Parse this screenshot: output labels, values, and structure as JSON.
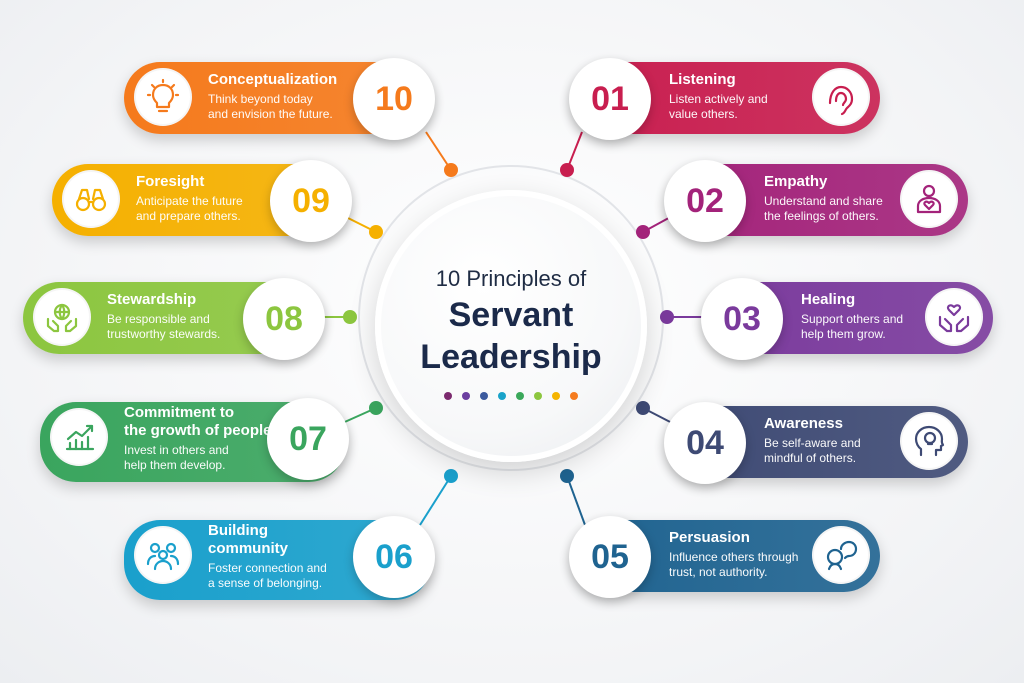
{
  "center": {
    "subtitle": "10 Principles of",
    "title_line1": "Servant",
    "title_line2": "Leadership",
    "dot_colors": [
      "#7b2a6e",
      "#6b3fa0",
      "#3b5a9e",
      "#1aa3c9",
      "#3aa85a",
      "#8cc63f",
      "#f5b400",
      "#f57c1f"
    ]
  },
  "principles": [
    {
      "number": "01",
      "title": "Listening",
      "description": "Listen actively and\nvalue others.",
      "icon": "ear-icon",
      "color": "#c81e4f"
    },
    {
      "number": "02",
      "title": "Empathy",
      "description": "Understand and share\nthe feelings of others.",
      "icon": "person-heart-icon",
      "color": "#a3237a"
    },
    {
      "number": "03",
      "title": "Healing",
      "description": "Support others and\nhelp them grow.",
      "icon": "hands-heart-icon",
      "color": "#7a3a9c"
    },
    {
      "number": "04",
      "title": "Awareness",
      "description": "Be self-aware and\nmindful of others.",
      "icon": "head-bulb-icon",
      "color": "#3e4a74"
    },
    {
      "number": "05",
      "title": "Persuasion",
      "description": "Influence others through\ntrust, not authority.",
      "icon": "dialogue-icon",
      "color": "#1f6390"
    },
    {
      "number": "06",
      "title": "Building\ncommunity",
      "description": "Foster connection and\na sense of belonging.",
      "icon": "community-icon",
      "color": "#1aa0cc"
    },
    {
      "number": "07",
      "title": "Commitment to\nthe growth of people",
      "description": "Invest in others and\nhelp them develop.",
      "icon": "growth-chart-icon",
      "color": "#3aa55e"
    },
    {
      "number": "08",
      "title": "Stewardship",
      "description": "Be responsible and\ntrustworthy stewards.",
      "icon": "globe-hands-icon",
      "color": "#8cc63f"
    },
    {
      "number": "09",
      "title": "Foresight",
      "description": "Anticipate the future\nand prepare others.",
      "icon": "binoculars-icon",
      "color": "#f5b000"
    },
    {
      "number": "10",
      "title": "Conceptualization",
      "description": "Think beyond today\nand envision the future.",
      "icon": "lightbulb-icon",
      "color": "#f57a1c"
    }
  ]
}
